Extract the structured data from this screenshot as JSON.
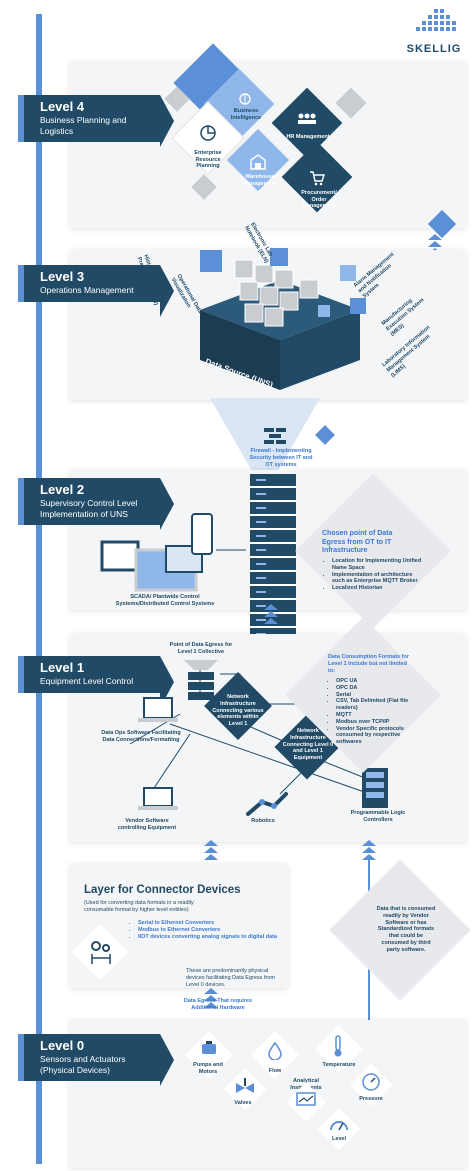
{
  "brand": {
    "name": "SKELLIG"
  },
  "levels": [
    {
      "title": "Level 4",
      "subtitle": "Business Planning and Logistics"
    },
    {
      "title": "Level 3",
      "subtitle": "Operations Management"
    },
    {
      "title": "Level 2",
      "subtitle": "Supervisory Control Level Implementation of UNS"
    },
    {
      "title": "Level 1",
      "subtitle": "Equipment Level Control"
    },
    {
      "title": "Level 0",
      "subtitle": "Sensors and Actuators (Physical Devices)"
    }
  ],
  "level4": {
    "business_intelligence": "Business Intelligence",
    "enterprise_resource": "Enterprise Resource Planning",
    "hr": "HR Management",
    "warehouse": "Warehouse Management",
    "procurement": "Procurement/ Order Management"
  },
  "level3": {
    "historian": "Historian (On-Prem/Cloud Based)",
    "electronic_lab": "Electronic Lab Notebook (ELN)",
    "alarm": "Alarm Management and Notification System",
    "operational_data": "Operational Data Visualization",
    "mes": "Manufacturing Execution System (MES)",
    "lims": "Laboratory Information Management System (LIMS)",
    "data_source": "Data Source (UNS)",
    "firewall": "Firewall - Implementing Security between IT and OT systems"
  },
  "level2": {
    "scada": "SCADA/ Plantwide Control Systems/Distributed Control Systems",
    "egress_title": "Chosen point of Data Egress from OT to IT Infrastructure",
    "egress_items": [
      "Location for Implementing Unified Name Space",
      "Implementation of architecture such as Enterprise MQTT Broker",
      "Localized Historian"
    ]
  },
  "level1": {
    "point_of_egress": "Point of Data Egress for Level 1 Collective",
    "network1": "Network Infrastructure Connecting various elements within Level 1",
    "network2": "Network Infrastructure Connecting Level 0 and Level 1 Equipment",
    "data_ops": "Data Ops Software Facilitating Data Connections/Formatting",
    "vendor": "Vendor Software controlling Equipment",
    "robotics": "Robotics",
    "plc": "Programmable Logic Controllers",
    "formats_title": "Data Consumption Formats for Level 1 Include but not limited to:",
    "formats": [
      "OPC UA",
      "OPC DA",
      "Serial",
      "CSV, Tab Delimited (Flat file readers)",
      "MQTT",
      "Modbus over TCP/IP",
      "Vendor Specific protocols consumed by respective softwares"
    ]
  },
  "connector": {
    "title": "Layer for Connector Devices",
    "subtitle": "(Used for converting data formats in a readily consumable format by higher level entities)",
    "items": [
      "Serial to Ethernet Converters",
      "Modbus to Ethernet Converters",
      "IIOT devices converting analog signals to digital data"
    ],
    "note": "These are predominantly physical devices facilitating Data Egress from Level 0 devices.",
    "egress_hw": "Data Egress That requires Additional Hardware",
    "vendor_note": "Data that is consumed readily by Vendor Software or has Standardized formats that could be consumed by third party software."
  },
  "level0": {
    "pumps": "Pumps and Motors",
    "flow": "Flow",
    "temperature": "Temperature",
    "analytical": "Analytical Instruments",
    "valves": "Valves",
    "pressure": "Pressure",
    "level": "Level"
  }
}
